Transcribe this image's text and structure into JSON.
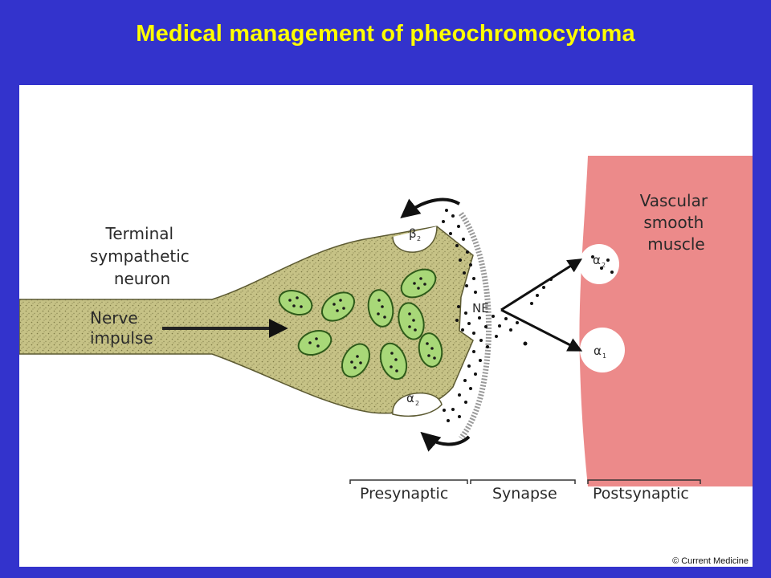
{
  "slide": {
    "title": "Medical management of pheochromocytoma"
  },
  "diagram": {
    "neuron_label": [
      "Terminal",
      "sympathetic",
      "neuron"
    ],
    "impulse_label": [
      "Nerve",
      "impulse"
    ],
    "muscle_label": [
      "Vascular",
      "smooth",
      "muscle"
    ],
    "transmitter": "NE",
    "receptors": {
      "beta2_pre": {
        "sym": "β",
        "sub": "2"
      },
      "alpha2_pre": {
        "sym": "α",
        "sub": "2"
      },
      "alpha2_post": {
        "sym": "α",
        "sub": "2"
      },
      "alpha1_post": {
        "sym": "α",
        "sub": "1"
      }
    },
    "regions": [
      "Presynaptic",
      "Synapse",
      "Postsynaptic"
    ],
    "credit": "© Current Medicine",
    "colors": {
      "neuron": "#c9c58a",
      "vesicle": "#a8d878",
      "muscle": "#ec8a8a",
      "title": "#ffff00",
      "background": "#3333cc"
    }
  }
}
